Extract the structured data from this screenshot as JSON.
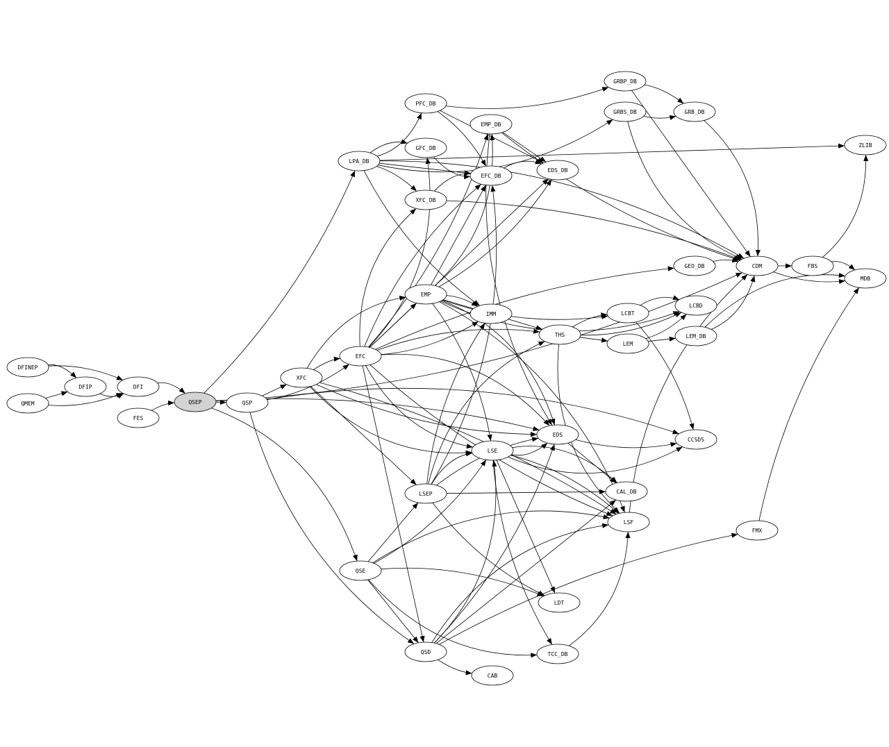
{
  "graph": {
    "highlight_fill": "#d3d3d3",
    "nodes": [
      {
        "id": "DFINEP",
        "label": "DFINEP"
      },
      {
        "id": "QMEM",
        "label": "QMEM"
      },
      {
        "id": "DFIP",
        "label": "DFIP"
      },
      {
        "id": "DFI",
        "label": "DFI"
      },
      {
        "id": "FES",
        "label": "FES"
      },
      {
        "id": "QSEP",
        "label": "QSEP",
        "highlighted": true
      },
      {
        "id": "QSP",
        "label": "QSP"
      },
      {
        "id": "XFC",
        "label": "XFC"
      },
      {
        "id": "EFC",
        "label": "EFC"
      },
      {
        "id": "LPA_DB",
        "label": "LPA_DB"
      },
      {
        "id": "PFC_DB",
        "label": "PFC_DB"
      },
      {
        "id": "GFC_DB",
        "label": "GFC_DB"
      },
      {
        "id": "XFC_DB",
        "label": "XFC_DB"
      },
      {
        "id": "EMP_DB",
        "label": "EMP_DB"
      },
      {
        "id": "EFC_DB",
        "label": "EFC_DB"
      },
      {
        "id": "EDS_DB",
        "label": "EDS_DB"
      },
      {
        "id": "GRBP_DB",
        "label": "GRBP_DB"
      },
      {
        "id": "GRBS_DB",
        "label": "GRBS_DB"
      },
      {
        "id": "GRB_DB",
        "label": "GRB_DB"
      },
      {
        "id": "ZLIB",
        "label": "ZLIB"
      },
      {
        "id": "EMP",
        "label": "EMP"
      },
      {
        "id": "IMM",
        "label": "IMM"
      },
      {
        "id": "THS",
        "label": "THS"
      },
      {
        "id": "LCBT",
        "label": "LCBT"
      },
      {
        "id": "LCBD",
        "label": "LCBD"
      },
      {
        "id": "LEM",
        "label": "LEM"
      },
      {
        "id": "LEM_DB",
        "label": "LEM_DB"
      },
      {
        "id": "GEO_DB",
        "label": "GEO_DB"
      },
      {
        "id": "CDM",
        "label": "CDM"
      },
      {
        "id": "FBS",
        "label": "FBS"
      },
      {
        "id": "MDB",
        "label": "MDB"
      },
      {
        "id": "EDS",
        "label": "EDS"
      },
      {
        "id": "LSE",
        "label": "LSE"
      },
      {
        "id": "CCSDS",
        "label": "CCSDS"
      },
      {
        "id": "LSEP",
        "label": "LSEP"
      },
      {
        "id": "CAL_DB",
        "label": "CAL_DB"
      },
      {
        "id": "LSF",
        "label": "LSF"
      },
      {
        "id": "FMX",
        "label": "FMX"
      },
      {
        "id": "QSE",
        "label": "QSE"
      },
      {
        "id": "LDT",
        "label": "LDT"
      },
      {
        "id": "QSD",
        "label": "QSD"
      },
      {
        "id": "TCC_DB",
        "label": "TCC_DB"
      },
      {
        "id": "CAB",
        "label": "CAB"
      }
    ],
    "edges": [
      [
        "DFINEP",
        "DFIP"
      ],
      [
        "DFINEP",
        "DFI"
      ],
      [
        "QMEM",
        "DFIP"
      ],
      [
        "QMEM",
        "DFI"
      ],
      [
        "DFIP",
        "DFI"
      ],
      [
        "DFI",
        "QSEP"
      ],
      [
        "FES",
        "QSEP"
      ],
      [
        "QSEP",
        "QSP"
      ],
      [
        "QSEP",
        "LPA_DB"
      ],
      [
        "QSEP",
        "CDM"
      ],
      [
        "QSEP",
        "QSE"
      ],
      [
        "QSEP",
        "EDS"
      ],
      [
        "QSP",
        "XFC"
      ],
      [
        "QSP",
        "EFC"
      ],
      [
        "QSP",
        "QSD"
      ],
      [
        "QSP",
        "CCSDS"
      ],
      [
        "XFC",
        "EFC"
      ],
      [
        "XFC",
        "LSEP"
      ],
      [
        "XFC",
        "EDS"
      ],
      [
        "XFC",
        "LSE"
      ],
      [
        "XFC",
        "EMP"
      ],
      [
        "XFC",
        "LSF"
      ],
      [
        "EFC",
        "EMP"
      ],
      [
        "EFC",
        "IMM"
      ],
      [
        "EFC",
        "LSE"
      ],
      [
        "EFC",
        "EDS"
      ],
      [
        "EFC",
        "EFC_DB"
      ],
      [
        "EFC",
        "EDS_DB"
      ],
      [
        "EFC",
        "EMP_DB"
      ],
      [
        "EFC",
        "GFC_DB"
      ],
      [
        "EFC",
        "XFC_DB"
      ],
      [
        "EFC",
        "THS"
      ],
      [
        "EFC",
        "QSD"
      ],
      [
        "EFC",
        "LSF"
      ],
      [
        "LPA_DB",
        "PFC_DB"
      ],
      [
        "LPA_DB",
        "GFC_DB"
      ],
      [
        "LPA_DB",
        "XFC_DB"
      ],
      [
        "LPA_DB",
        "EFC_DB"
      ],
      [
        "LPA_DB",
        "IMM"
      ],
      [
        "LPA_DB",
        "GRBS_DB"
      ],
      [
        "LPA_DB",
        "CDM"
      ],
      [
        "PFC_DB",
        "EFC_DB"
      ],
      [
        "PFC_DB",
        "EDS_DB"
      ],
      [
        "PFC_DB",
        "GRBP_DB"
      ],
      [
        "GFC_DB",
        "EFC_DB"
      ],
      [
        "XFC_DB",
        "EFC_DB"
      ],
      [
        "XFC_DB",
        "CDM"
      ],
      [
        "EMP_DB",
        "EDS_DB"
      ],
      [
        "EMP_DB",
        "CDM"
      ],
      [
        "EMP_DB",
        "EDS"
      ],
      [
        "EFC_DB",
        "EDS_DB"
      ],
      [
        "GRBP_DB",
        "GRB_DB"
      ],
      [
        "GRBP_DB",
        "CDM"
      ],
      [
        "GRBS_DB",
        "GRB_DB"
      ],
      [
        "GRBS_DB",
        "CDM"
      ],
      [
        "GRB_DB",
        "CDM"
      ],
      [
        "EMP",
        "IMM"
      ],
      [
        "EMP",
        "THS"
      ],
      [
        "EMP",
        "LCBT"
      ],
      [
        "EMP",
        "LCBD"
      ],
      [
        "EMP",
        "EDS"
      ],
      [
        "EMP",
        "LSE"
      ],
      [
        "EMP",
        "EFC_DB"
      ],
      [
        "EMP",
        "EDS_DB"
      ],
      [
        "EMP",
        "EMP_DB"
      ],
      [
        "EMP",
        "LSF"
      ],
      [
        "THS",
        "LCBT"
      ],
      [
        "THS",
        "LEM"
      ],
      [
        "THS",
        "LCBD"
      ],
      [
        "THS",
        "LSF"
      ],
      [
        "LCBT",
        "LCBD"
      ],
      [
        "LCBT",
        "CCSDS"
      ],
      [
        "LEM",
        "LEM_DB"
      ],
      [
        "LEM",
        "LCBD"
      ],
      [
        "LEM_DB",
        "CDM"
      ],
      [
        "LEM_DB",
        "MDB"
      ],
      [
        "GEO_DB",
        "CDM"
      ],
      [
        "CDM",
        "FBS"
      ],
      [
        "CDM",
        "MDB"
      ],
      [
        "FBS",
        "ZLIB"
      ],
      [
        "FBS",
        "MDB"
      ],
      [
        "FMX",
        "MDB"
      ],
      [
        "EDS",
        "CAL_DB"
      ],
      [
        "EDS",
        "CCSDS"
      ],
      [
        "LSE",
        "EDS"
      ],
      [
        "LSE",
        "CAL_DB"
      ],
      [
        "LSE",
        "LSF"
      ],
      [
        "LSE",
        "LDT"
      ],
      [
        "LSE",
        "TCC_DB"
      ],
      [
        "LSE",
        "CCSDS"
      ],
      [
        "LSEP",
        "LSE"
      ],
      [
        "LSEP",
        "EDS"
      ],
      [
        "LSEP",
        "CAL_DB"
      ],
      [
        "LSEP",
        "LDT"
      ],
      [
        "LSEP",
        "EFC_DB"
      ],
      [
        "LSEP",
        "THS"
      ],
      [
        "LSEP",
        "IMM"
      ],
      [
        "QSE",
        "QSD"
      ],
      [
        "QSE",
        "LSE"
      ],
      [
        "QSE",
        "TCC_DB"
      ],
      [
        "QSE",
        "LSF"
      ],
      [
        "QSE",
        "LDT"
      ],
      [
        "QSE",
        "LSEP"
      ],
      [
        "QSD",
        "CAB"
      ],
      [
        "QSD",
        "LSE"
      ],
      [
        "QSD",
        "LSF"
      ],
      [
        "QSD",
        "FMX"
      ],
      [
        "QSD",
        "CAL_DB"
      ],
      [
        "QSD",
        "EDS"
      ],
      [
        "TCC_DB",
        "LSF"
      ],
      [
        "LSF",
        "CDM"
      ],
      [
        "EFC",
        "GEO_DB"
      ],
      [
        "LPA_DB",
        "ZLIB"
      ]
    ]
  }
}
